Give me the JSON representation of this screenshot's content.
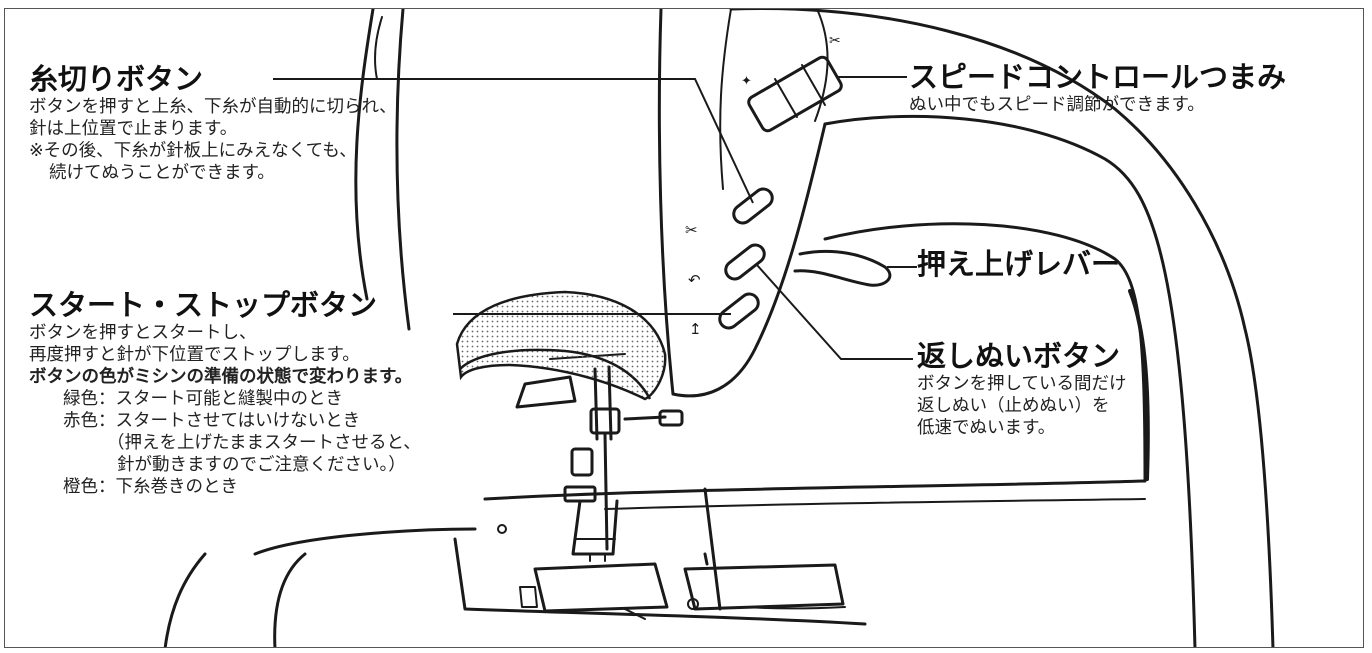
{
  "callouts": {
    "thread_cut": {
      "title": "糸切りボタン",
      "lines": [
        "ボタンを押すと上糸、下糸が自動的に切られ、",
        "針は上位置で止まります。",
        "※その後、下糸が針板上にみえなくても、",
        "続けてぬうことができます。"
      ]
    },
    "speed": {
      "title": "スピードコントロールつまみ",
      "lines": [
        "ぬい中でもスピード調節ができます。"
      ]
    },
    "presser": {
      "title": "押え上げレバー"
    },
    "start_stop": {
      "title": "スタート・ストップボタン",
      "lines": [
        "ボタンを押すとスタートし、",
        "再度押すと針が下位置でストップします。",
        "ボタンの色がミシンの準備の状態で変わります。",
        "緑色：スタート可能と縫製中のとき",
        "赤色：スタートさせてはいけないとき",
        "（押えを上げたままスタートさせると、",
        "針が動きますのでご注意ください。）",
        "橙色：下糸巻きのとき"
      ]
    },
    "reverse": {
      "title": "返しぬいボタン",
      "lines": [
        "ボタンを押している間だけ",
        "返しぬい（止めぬい）を",
        "低速でぬいます。"
      ]
    }
  },
  "colors": {
    "line": "#1a1a1a",
    "border": "#555555",
    "dots": "#666666"
  }
}
